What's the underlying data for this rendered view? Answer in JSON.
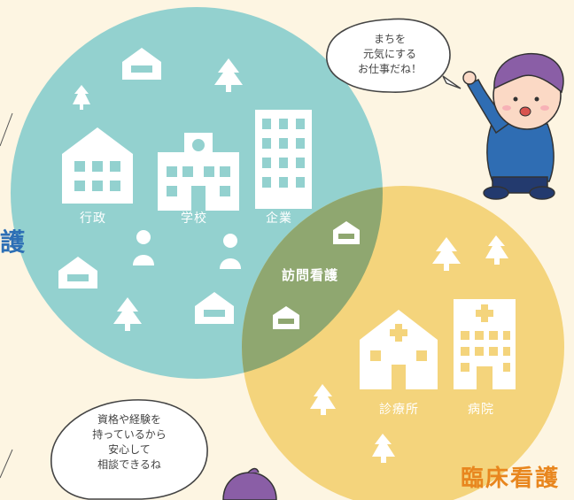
{
  "colors": {
    "background": "#fdf5e2",
    "community_circle": "#93d1cf",
    "clinical_circle": "#f4d47c",
    "overlap": "#8fa770",
    "community_title": "#2d6fb5",
    "clinical_title": "#e8861e"
  },
  "community": {
    "title_partial": "護",
    "labels": {
      "admin": "行政",
      "school": "学校",
      "company": "企業"
    }
  },
  "overlap_label": "訪問看護",
  "clinical": {
    "title": "臨床看護",
    "labels": {
      "clinic": "診療所",
      "hospital": "病院"
    }
  },
  "bubble_top": {
    "line1": "まちを",
    "line2": "元気にする",
    "line3": "お仕事だね！"
  },
  "bubble_bottom": {
    "line1": "資格や経験を",
    "line2": "持っているから",
    "line3": "安心して",
    "line4": "相談できるね"
  },
  "icons": [
    "house-icon",
    "tree-icon",
    "building-icon",
    "school-icon",
    "office-tower-icon",
    "person-icon",
    "clinic-icon",
    "hospital-icon",
    "boy-character",
    "girl-character"
  ]
}
